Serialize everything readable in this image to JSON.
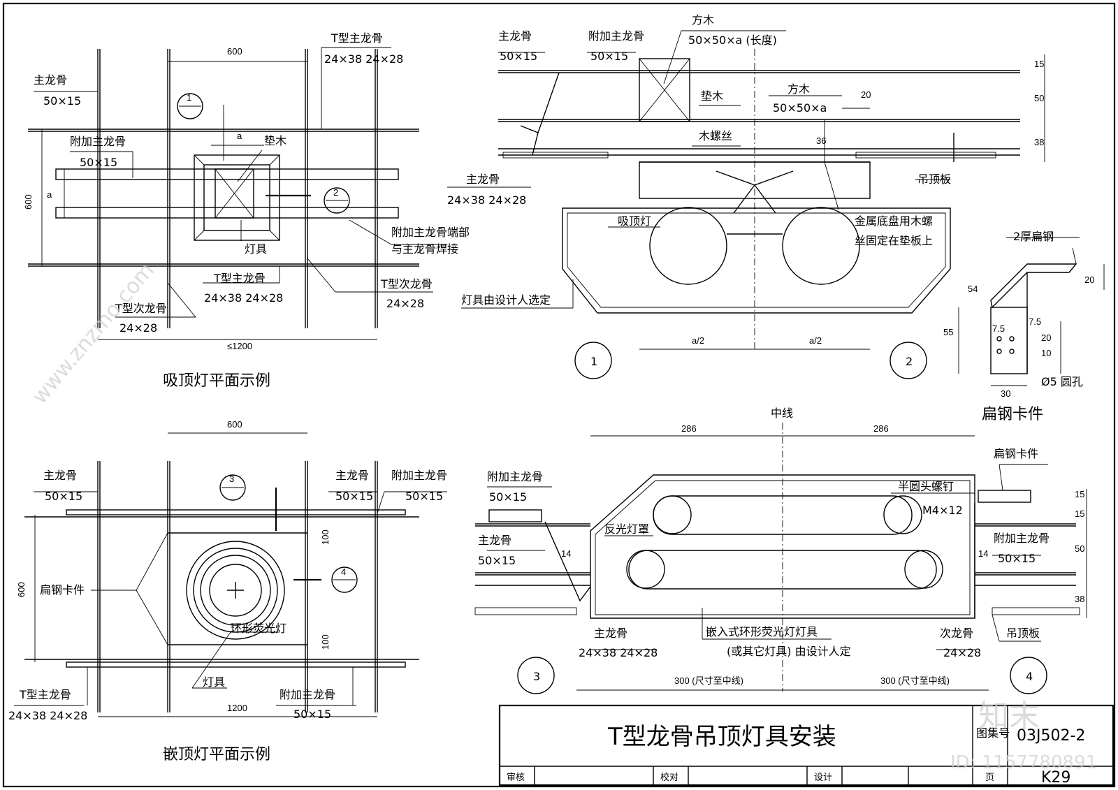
{
  "labels": {
    "dim_600": "600",
    "dim_1200": "≤1200",
    "dim_1200b": "1200",
    "dim_a": "a",
    "dim_a2": "a/2",
    "dim_286": "286",
    "dim_300": "300 (尺寸至中线)",
    "dim_14": "14",
    "dim_15": "15",
    "dim_50": "50",
    "dim_38": "38",
    "dim_36": "36",
    "dim_20": "20",
    "dim_54": "54",
    "dim_55": "55",
    "dim_7_5": "7.5",
    "dim_10": "10",
    "dim_30": "30",
    "dim_100": "100",
    "main_keel": "主龙骨",
    "main_keel_size": "50×15",
    "add_main_keel": "附加主龙骨",
    "add_main_keel_size": "50×15",
    "t_main_keel": "T型主龙骨",
    "t_main_keel_size": "24×38  24×28",
    "t_sub_keel": "T型次龙骨",
    "t_sub_keel_size": "24×28",
    "sub_keel": "次龙骨",
    "main_keel2": "主龙骨",
    "pad_wood": "垫木",
    "lamp_fixture": "灯具",
    "weld_note_1": "附加主龙骨端部",
    "weld_note_2": "与主龙骨焊接",
    "square_wood": "方木",
    "square_wood_len": "50×50×a (长度)",
    "square_wood_b": "50×50×a",
    "wood_screw": "木螺丝",
    "ceiling_lamp": "吸顶灯",
    "metal_base_1": "金属底盘用木螺",
    "metal_base_2": "丝固定在垫板上",
    "lamp_by_designer": "灯具由设计人选定",
    "ceiling_board": "吊顶板",
    "flat_steel_2": "2厚扁钢",
    "hole_5": "Ø5 圆孔",
    "flat_steel_clip": "扁钢卡件",
    "center_line": "中线",
    "round_screw": "半圆头螺钉",
    "m4": "M4×12",
    "reflector": "反光灯罩",
    "embedded_1": "嵌入式环形荧光灯灯具",
    "embedded_2": "(或其它灯具) 由设计人定",
    "ring_fluor": "环形荧光灯",
    "caption_1": "吸顶灯平面示例",
    "caption_2": "嵌顶灯平面示例",
    "caption_3": "扁钢卡件",
    "circle_1": "1",
    "circle_2": "2",
    "circle_3": "3",
    "circle_4": "4",
    "sec_1": "1",
    "sec_2": "2",
    "sec_3": "3",
    "sec_4": "4"
  },
  "title_block": {
    "title": "T型龙骨吊顶灯具安装",
    "atlas_label": "图集号",
    "atlas_no": "03J502-2",
    "review": "审核",
    "check": "校对",
    "design": "设计",
    "page_label": "页",
    "page_no": "K29"
  },
  "watermark": {
    "brand": "知末",
    "id": "ID: 1157780891",
    "site": "www.znzmo.com"
  }
}
